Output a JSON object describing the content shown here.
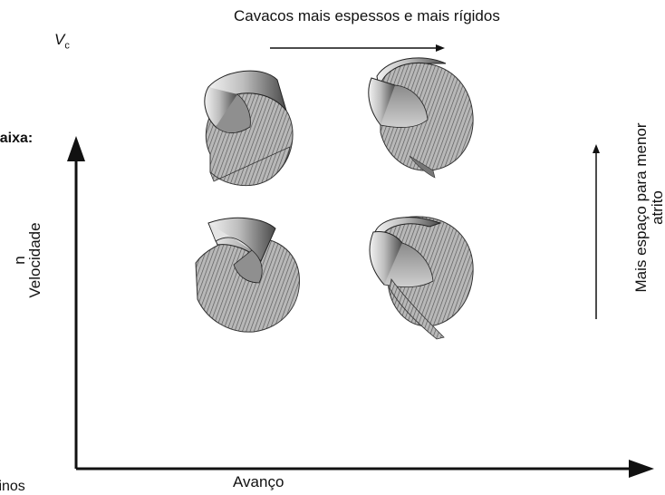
{
  "captions": {
    "top": "Cavacos mais espessos e mais rígidos",
    "right_line1": "Mais espaço para menor",
    "right_line2": "atrito"
  },
  "axes": {
    "y_symbol": "V",
    "y_symbol_sub": "c",
    "y_label": "Velocidade",
    "y_label_cut": "n",
    "x_label": "Avanço"
  },
  "cut_text": {
    "left_top": "baixa:",
    "left_bottom": "finos"
  },
  "colors": {
    "ink": "#111111",
    "chip_light": "#d9d9d9",
    "chip_dark": "#5a5a5a",
    "chip_inner": "#9a9a9a"
  },
  "chips": [
    {
      "name": "thin-chip-low-feed",
      "quadrant": "top-left"
    },
    {
      "name": "thick-chip-high-feed",
      "quadrant": "top-right"
    },
    {
      "name": "thin-chip-low-feed-low-speed",
      "quadrant": "bottom-left"
    },
    {
      "name": "thick-chip-high-feed-low-speed",
      "quadrant": "bottom-right"
    }
  ]
}
